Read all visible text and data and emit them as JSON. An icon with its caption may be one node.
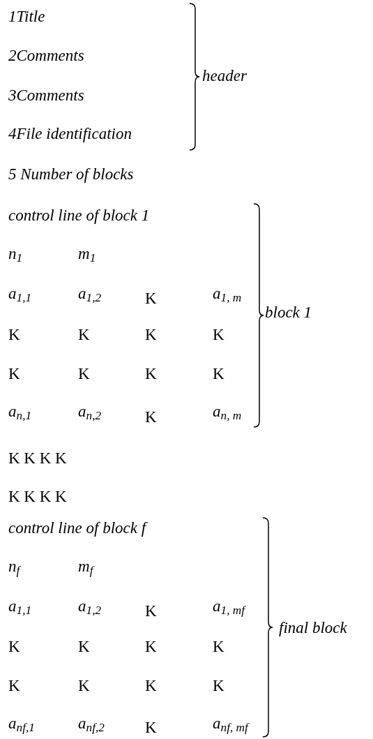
{
  "diagram": {
    "labels": [
      "1Title",
      "2Comments",
      "header",
      "3Comments",
      "4File identification",
      "5 Number of blocks",
      "control line of block 1",
      "n$_{1}$",
      "m$_{1}$",
      "a$_{1,1}$",
      "a$_{1,2}$",
      "K",
      "a$_{1, m}$",
      "block 1",
      "K",
      "K",
      "K",
      "K",
      "K",
      "K",
      "K",
      "K",
      "a$_{n,1}$",
      "a$_{n,2}$",
      "K",
      "a$_{n, m}$",
      "K K K K",
      "K K K K",
      "control line of block f",
      "n$_{f}$",
      "m$_{f}$",
      "a$_{1,1}$",
      "a$_{1,2}$",
      "K",
      "a$_{1, mf}$",
      "final block",
      "K",
      "K",
      "K",
      "K",
      "K",
      "K",
      "K",
      "K",
      "a$_{nf,1}$",
      "a$_{nf,2}$",
      "K",
      "a$_{nf, mf}$"
    ]
  }
}
